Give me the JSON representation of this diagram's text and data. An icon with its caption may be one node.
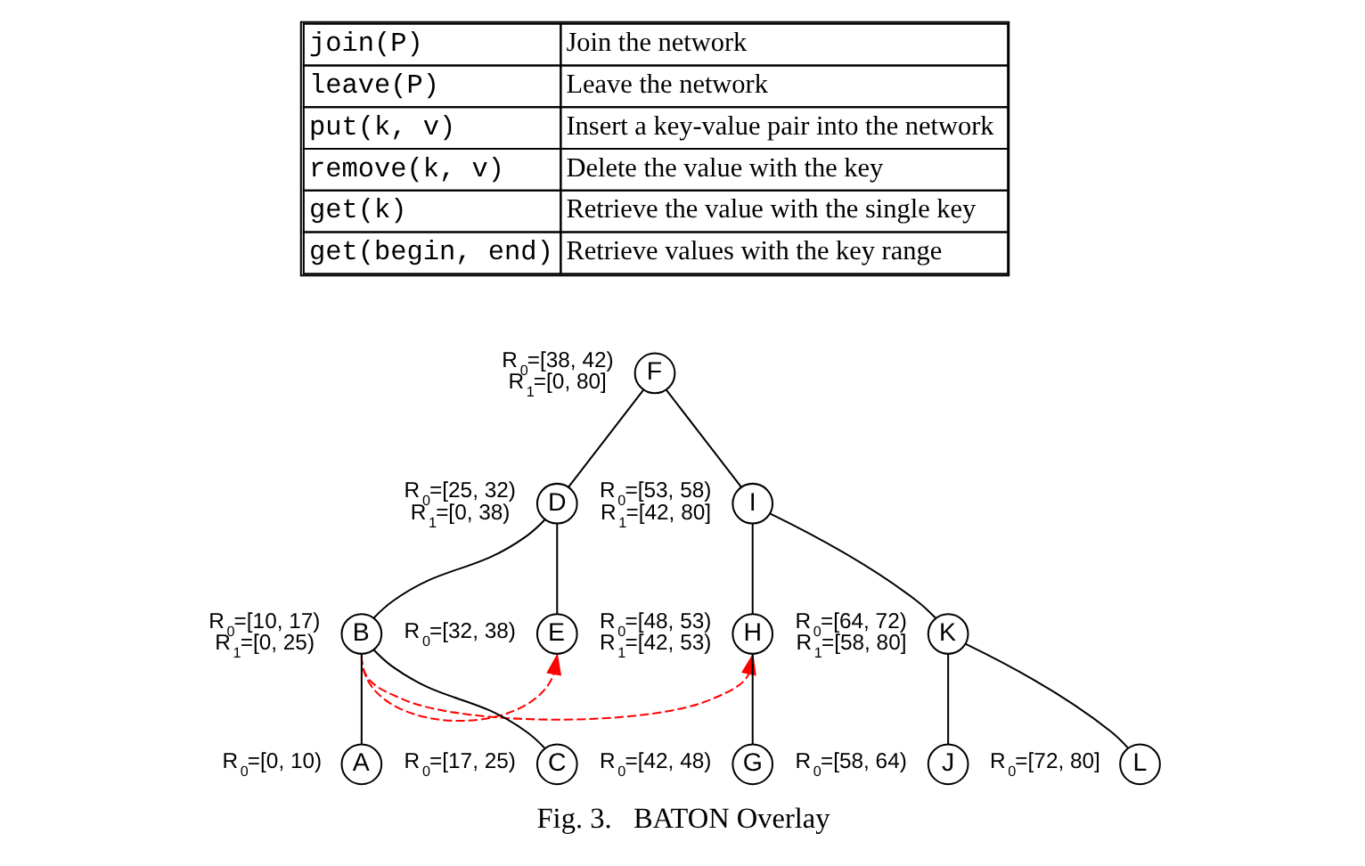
{
  "diagram": {
    "caption": "Fig. 3.   BATON Overlay",
    "nodes": [
      {
        "text": [
          "F"
        ],
        "beside": [
          "R$_{0}$=[38, 42)",
          "R$_{1}$=[0, 80]"
        ]
      },
      {
        "text": [
          "D"
        ],
        "beside": [
          "R$_{0}$=[25, 32)",
          "R$_{1}$=[0, 38)"
        ]
      },
      {
        "text": [
          "I"
        ],
        "beside": [
          "R$_{0}$=[53, 58)",
          "R$_{1}$=[42, 80]"
        ]
      },
      {
        "text": [
          "B"
        ],
        "beside": [
          "R$_{0}$=[10, 17)",
          "R$_{1}$=[0, 25)"
        ]
      },
      {
        "text": [
          "E"
        ],
        "beside": [
          "R$_{0}$=[32, 38)"
        ]
      },
      {
        "text": [
          "H"
        ],
        "beside": [
          "R$_{0}$=[48, 53)",
          "R$_{1}$=[42, 53)"
        ]
      },
      {
        "text": [
          "K"
        ],
        "beside": [
          "R$_{0}$=[64, 72)",
          "R$_{1}$=[58, 80]"
        ]
      },
      {
        "text": [
          "A"
        ],
        "beside": [
          "R$_{0}$=[0, 10)"
        ]
      },
      {
        "text": [
          "C"
        ],
        "beside": [
          "R$_{0}$=[17, 25)"
        ]
      },
      {
        "text": [
          "G"
        ],
        "beside": [
          "R$_{0}$=[42, 48)"
        ]
      },
      {
        "text": [
          "J"
        ],
        "beside": [
          "R$_{0}$=[58, 64)"
        ]
      },
      {
        "text": [
          "L"
        ],
        "beside": [
          "R$_{0}$=[72, 80]"
        ]
      }
    ],
    "edges": [
      {
        "from": 0,
        "to": 1,
        "arrow": "none"
      },
      {
        "from": 0,
        "to": 2,
        "arrow": "none"
      },
      {
        "from": 1,
        "to": 3,
        "arrow": "none"
      },
      {
        "from": 1,
        "to": 4,
        "arrow": "none"
      },
      {
        "from": 2,
        "to": 5,
        "arrow": "none"
      },
      {
        "from": 2,
        "to": 6,
        "arrow": "none"
      },
      {
        "from": 3,
        "to": 7,
        "arrow": "none"
      },
      {
        "from": 3,
        "to": 8,
        "arrow": "none"
      },
      {
        "from": 5,
        "to": 9,
        "arrow": "none"
      },
      {
        "from": 6,
        "to": 10,
        "arrow": "none"
      },
      {
        "from": 6,
        "to": 11,
        "arrow": "none"
      },
      {
        "from": 3,
        "to": 4,
        "arrow": "to",
        "style": "dashed",
        "color": "#ff0000"
      },
      {
        "from": 3,
        "to": 5,
        "arrow": "to",
        "style": "dashed",
        "color": "#ff0000"
      }
    ],
    "labels": [
      "join(P)",
      "Join the network",
      "leave(P)",
      "Leave the network",
      "put(k, v)",
      "Insert a key-value pair into the network",
      "remove(k, v)",
      "Delete the value with the key",
      "get(k)",
      "Retrieve the value with the single key",
      "get(begin, end)",
      "Retrieve values with the key range"
    ]
  }
}
